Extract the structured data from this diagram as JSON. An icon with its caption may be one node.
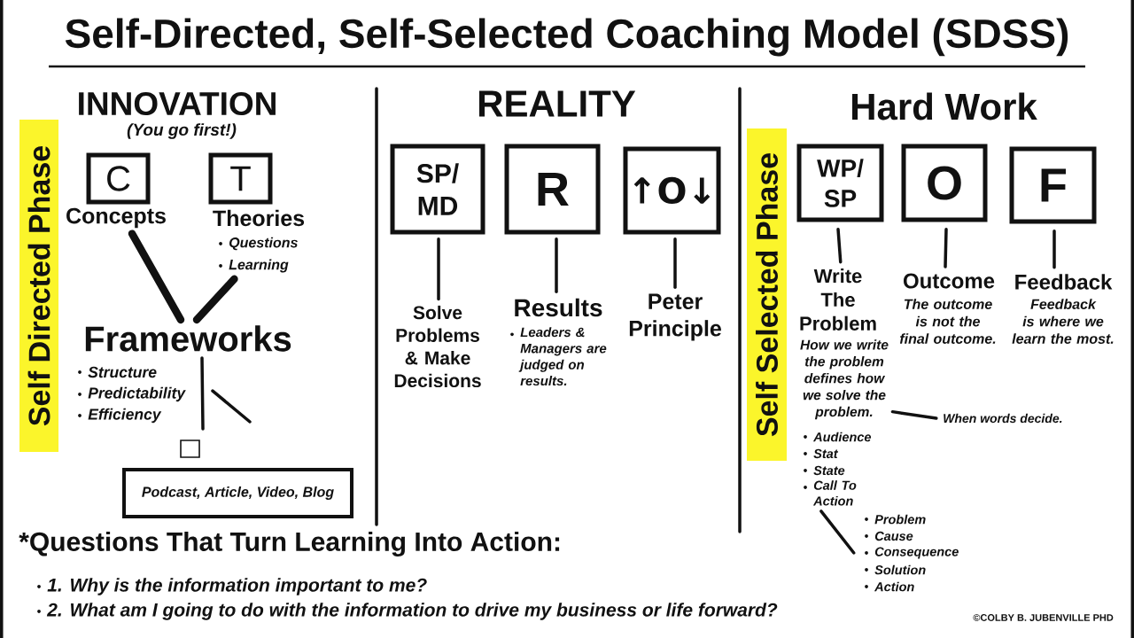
{
  "diagram": {
    "title": "Self-Directed, Self-Selected Coaching Model (SDSS)",
    "nodes": [
      {
        "text": [
          "Self Directed Phase"
        ]
      },
      {
        "text": [
          "C",
          "Concepts"
        ]
      },
      {
        "text": [
          "T",
          "Theories",
          "Questions",
          "Learning"
        ]
      },
      {
        "text": [
          "Frameworks",
          "Structure",
          "Predictability",
          "Efficiency"
        ]
      },
      {
        "text": [],
        "shape": "box"
      },
      {
        "text": [
          "Podcast, Article, Video, Blog"
        ]
      },
      {
        "text": [
          "SP/ MD"
        ]
      },
      {
        "text": [
          "Solve Problems & Make Decisions"
        ]
      },
      {
        "text": [
          "R"
        ]
      },
      {
        "text": [
          "Results"
        ],
        "beside": [
          "Leaders & Managers are judged on results."
        ]
      },
      {
        "text": [
          "↑O↓"
        ]
      },
      {
        "text": [
          "Peter Principle"
        ]
      },
      {
        "text": [
          "Self Selected Phase"
        ]
      },
      {
        "text": [
          "WP/ SP"
        ]
      },
      {
        "text": [
          "Write The Problem",
          "How we write the problem defines how we solve the problem."
        ]
      },
      {
        "text": [
          "When words decide."
        ]
      },
      {
        "text": [
          "Audience",
          "Stat",
          "State",
          "Call To Action"
        ]
      },
      {
        "text": [
          "Problem",
          "Cause",
          "Consequence",
          "Solution",
          "Action"
        ]
      },
      {
        "text": [
          "O"
        ]
      },
      {
        "text": [
          "Outcome",
          "The outcome is not the final outcome."
        ]
      },
      {
        "text": [
          "F"
        ]
      },
      {
        "text": [
          "Feedback",
          "Feedback is where we learn the most."
        ]
      }
    ],
    "edges": [
      {
        "from": 1,
        "to": 3,
        "arrow": "none",
        "style": "thick"
      },
      {
        "from": 2,
        "to": 3,
        "arrow": "none",
        "style": "thick"
      },
      {
        "from": 3,
        "to": 4,
        "arrow": "none"
      },
      {
        "from": 3,
        "to": null,
        "arrow": "none"
      },
      {
        "from": 6,
        "to": 7,
        "arrow": "none"
      },
      {
        "from": 8,
        "to": 9,
        "arrow": "none"
      },
      {
        "from": 10,
        "to": 11,
        "arrow": "none"
      },
      {
        "from": 13,
        "to": 14,
        "arrow": "none"
      },
      {
        "from": 14,
        "to": 15,
        "arrow": "none"
      },
      {
        "from": 16,
        "to": 17,
        "arrow": "none"
      },
      {
        "from": 18,
        "to": 19,
        "arrow": "none"
      },
      {
        "from": 20,
        "to": 21,
        "arrow": "none"
      }
    ],
    "labels": [
      "INNOVATION",
      "(You go first!)",
      "REALITY",
      "Hard Work",
      "*Questions That Turn Learning Into Action:",
      "1. Why is the information important to me?",
      "2. What am I going to do with the information to drive my business or life forward?",
      "©COLBY B. JUBENVILLE PHD"
    ]
  }
}
